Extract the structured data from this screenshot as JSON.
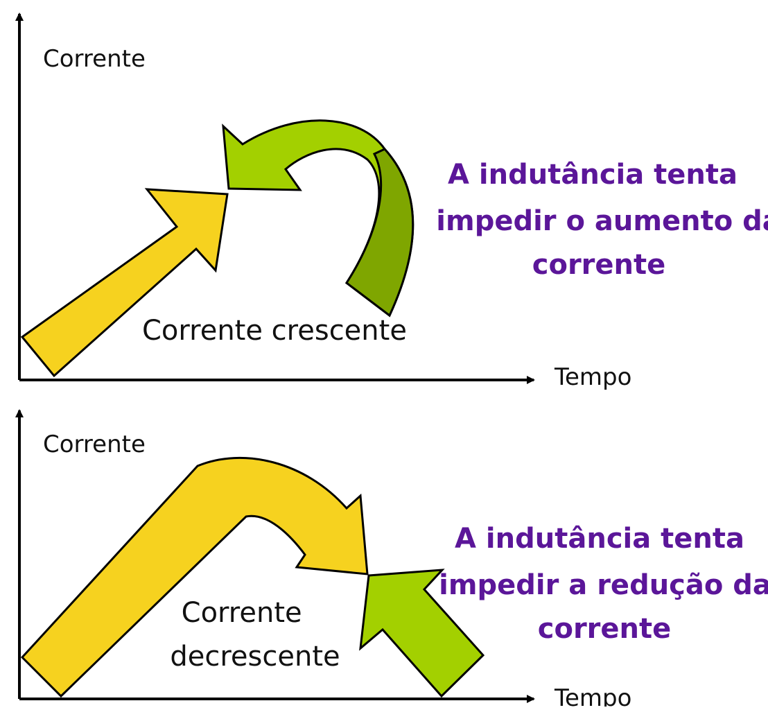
{
  "colors": {
    "rising": "#f6d21f",
    "opposing": "#a3d000",
    "opposing_dark": "#7fa600",
    "outline": "#000000",
    "note": "#5b1699"
  },
  "top_panel": {
    "y_axis_label": "Corrente",
    "x_axis_label": "Tempo",
    "current_label": "Corrente crescente",
    "note_lines": [
      "A indutância tenta",
      "impedir o aumento da",
      "corrente"
    ]
  },
  "bottom_panel": {
    "y_axis_label": "Corrente",
    "x_axis_label": "Tempo",
    "current_label_lines": [
      "Corrente",
      "decrescente"
    ],
    "note_lines": [
      "A indutância tenta",
      "impedir a redução da",
      "corrente"
    ]
  }
}
